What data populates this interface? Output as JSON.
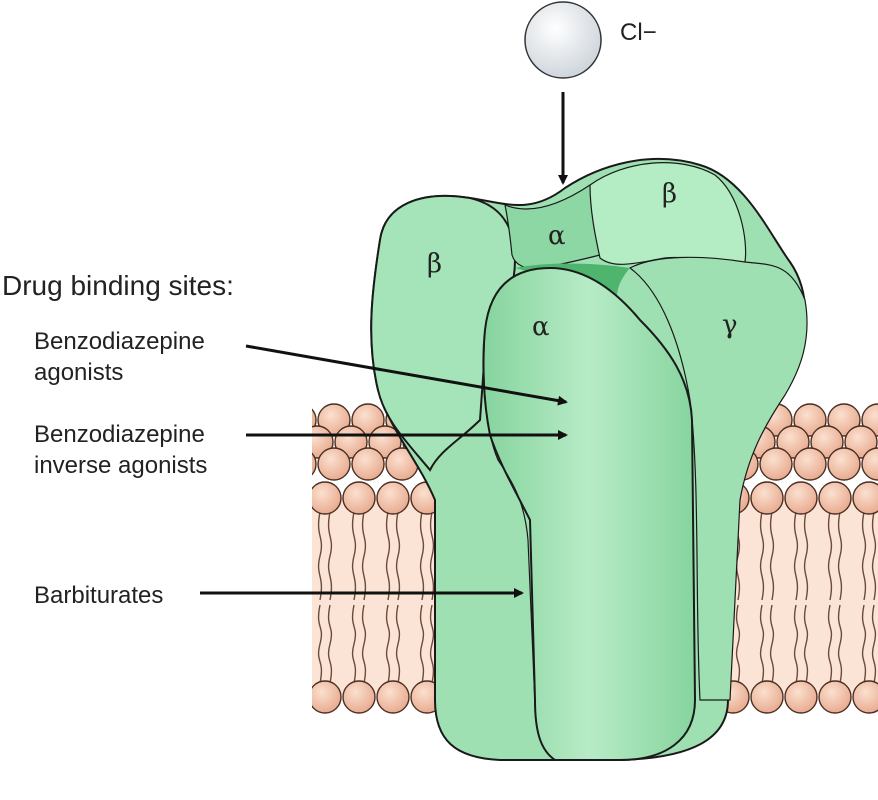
{
  "ion": {
    "label": "Cl−"
  },
  "subunits": {
    "beta_left": "β",
    "alpha_back": "α",
    "beta_back": "β",
    "alpha_front": "α",
    "gamma": "γ"
  },
  "drug_binding": {
    "heading": "Drug binding sites:",
    "sites": [
      {
        "line1": "Benzodiazepine",
        "line2": "agonists"
      },
      {
        "line1": "Benzodiazepine",
        "line2": "inverse agonists"
      },
      {
        "line1": "Barbiturates",
        "line2": ""
      }
    ]
  },
  "colors": {
    "protein": "#8fd9a8",
    "protein_light": "#c8f0d4",
    "protein_dark": "#4fb56e",
    "lipid_head": "#f2c0a8",
    "lipid_tail": "#fbe4d6"
  }
}
